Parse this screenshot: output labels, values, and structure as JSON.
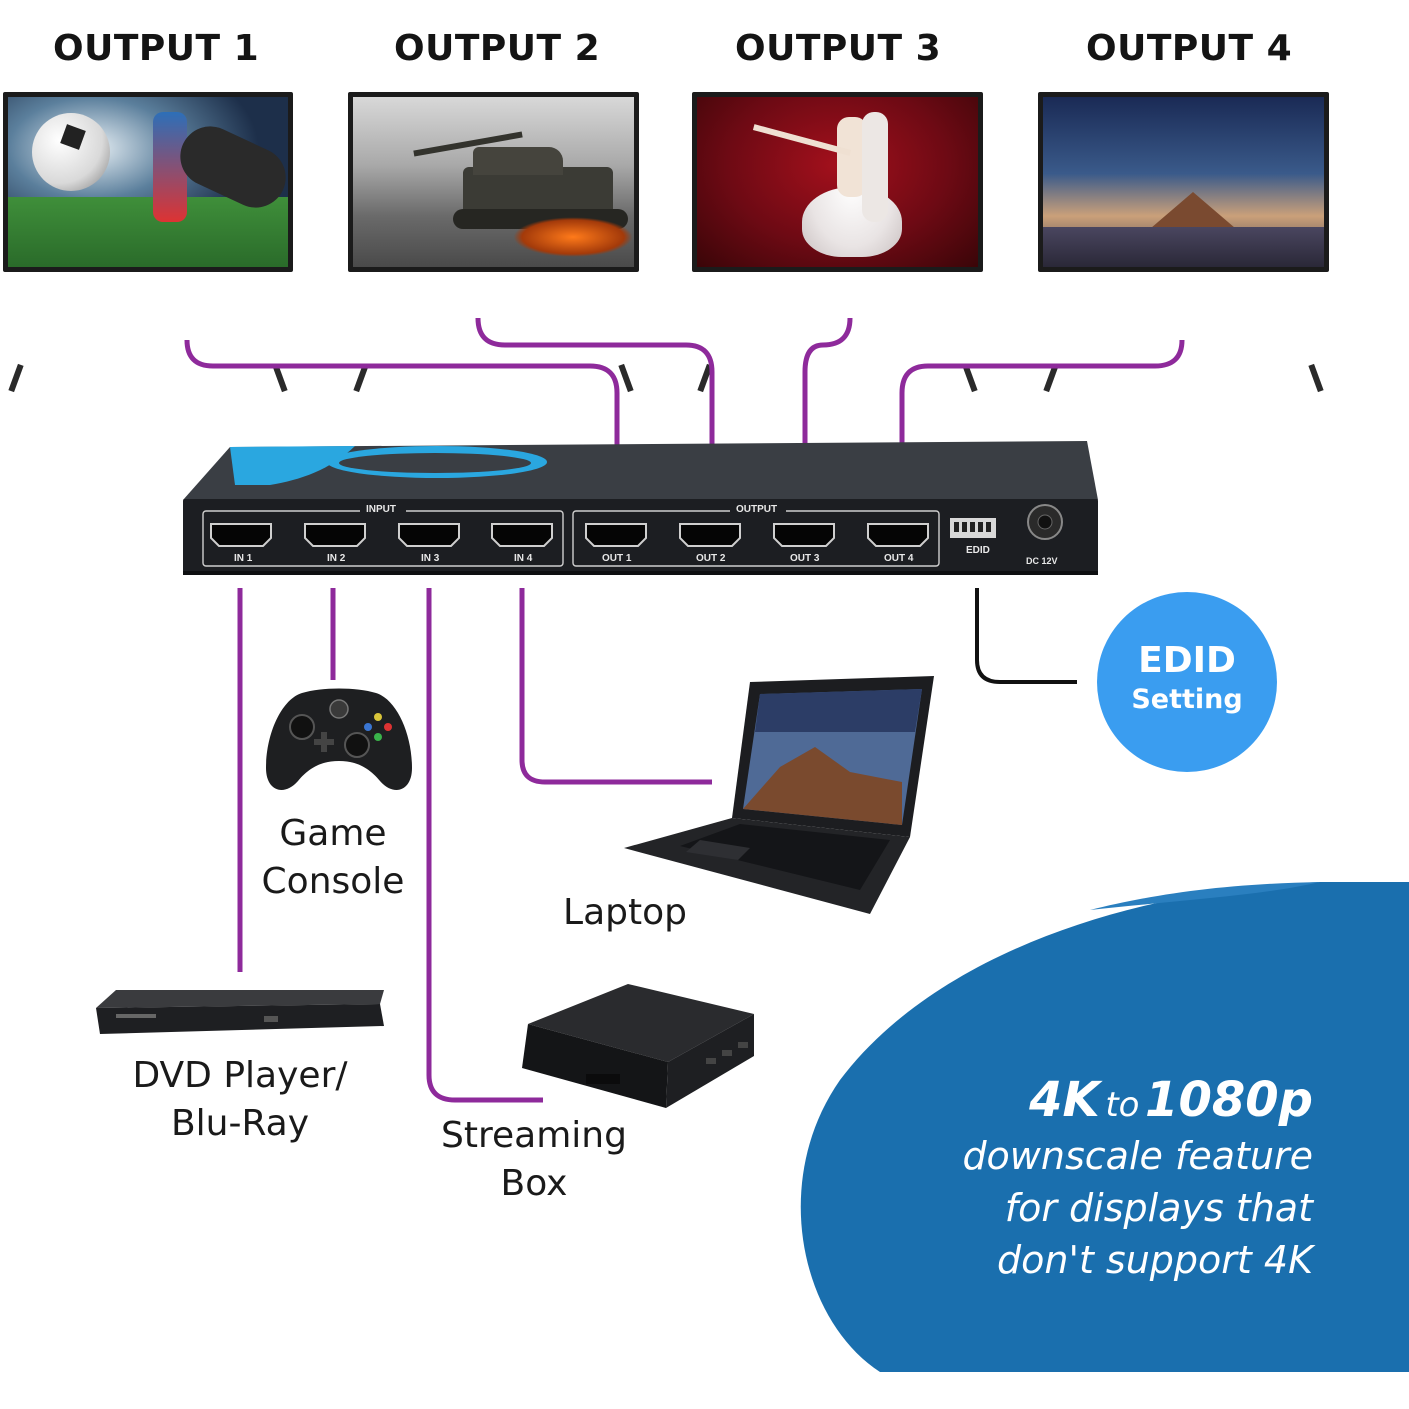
{
  "outputs": {
    "o1": "OUTPUT 1",
    "o2": "OUTPUT 2",
    "o3": "OUTPUT 3",
    "o4": "OUTPUT 4"
  },
  "device": {
    "input_header": "INPUT",
    "output_header": "OUTPUT",
    "inputs": [
      "IN 1",
      "IN 2",
      "IN 3",
      "IN 4"
    ],
    "outputs": [
      "OUT 1",
      "OUT 2",
      "OUT 3",
      "OUT 4"
    ],
    "edid_label": "EDID",
    "power_label": "DC 12V"
  },
  "sources": {
    "game": [
      "Game",
      "Console"
    ],
    "laptop": "Laptop",
    "dvd": [
      "DVD Player/",
      "Blu-Ray"
    ],
    "streaming": [
      "Streaming",
      "Box"
    ]
  },
  "edid_badge": {
    "line1": "EDID",
    "line2": "Setting"
  },
  "feature": {
    "big1": "4K",
    "small": "to",
    "big2": "1080p",
    "line2": "downscale feature",
    "line3": "for displays that",
    "line4": "don't support 4K"
  },
  "colors": {
    "cable": "#8e2a9b",
    "badge": "#3a9df0",
    "blob": "#1a6fae",
    "accent": "#2aa7e0"
  }
}
